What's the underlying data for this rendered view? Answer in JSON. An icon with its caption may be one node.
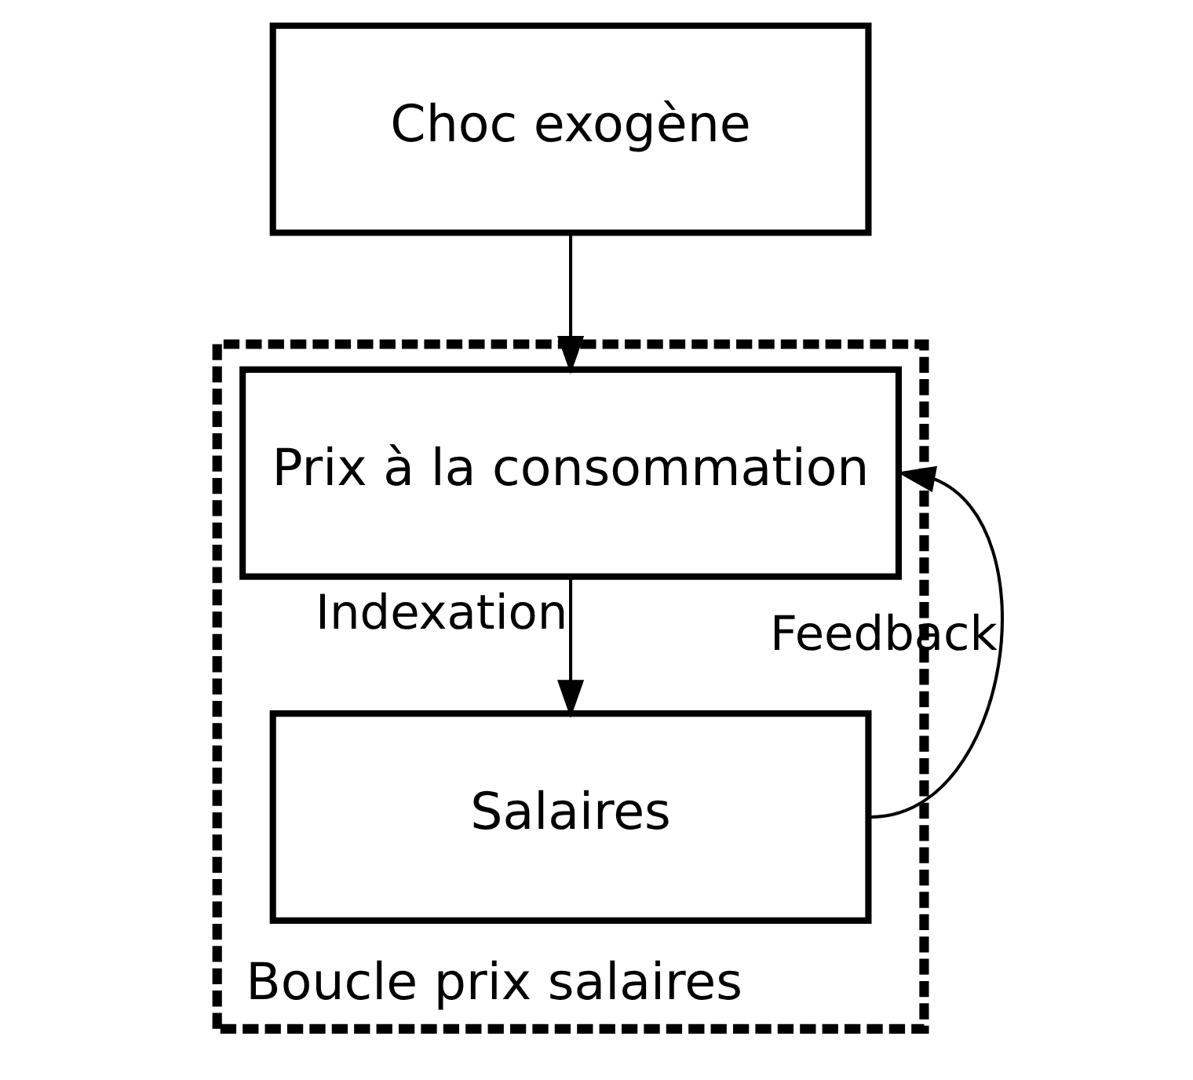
{
  "diagram": {
    "nodes": [
      {
        "text": [
          "Choc exogène"
        ]
      },
      {
        "text": [
          "Boucle prix salaires"
        ]
      },
      {
        "text": [
          "Prix à la consommation"
        ],
        "in": 1
      },
      {
        "text": [
          "Salaires"
        ],
        "in": 1
      }
    ],
    "edges": [
      {
        "from": 0,
        "to": 2,
        "arrow": "to"
      },
      {
        "from": 2,
        "to": 3,
        "arrow": "to",
        "label": "Indexation"
      },
      {
        "from": 3,
        "to": 2,
        "arrow": "to",
        "label": "Feedback"
      }
    ]
  }
}
